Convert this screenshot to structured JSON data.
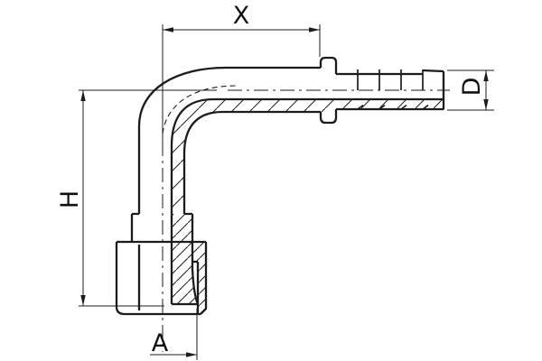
{
  "drawing": {
    "type": "technical-drawing",
    "background_color": "#ffffff",
    "line_color": "#1c1c1c",
    "labels": {
      "x": "X",
      "h": "H",
      "d": "D",
      "a": "A"
    }
  }
}
